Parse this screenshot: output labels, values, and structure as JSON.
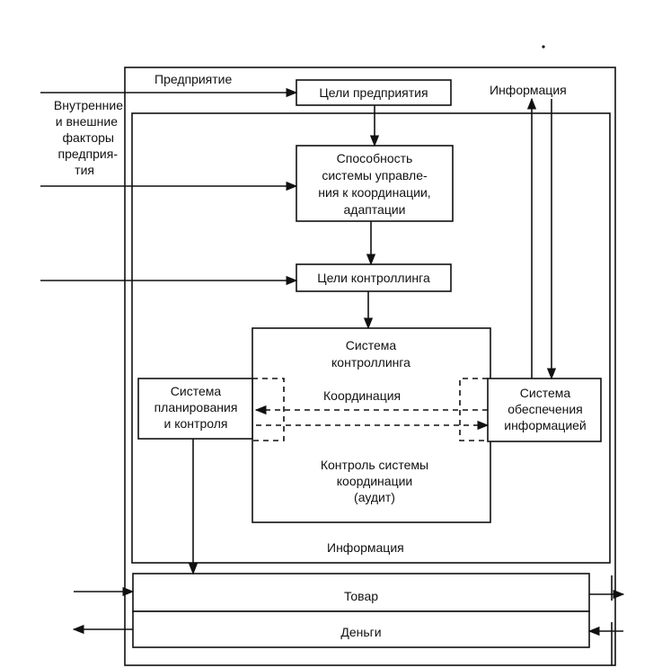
{
  "labels": {
    "enterprise": "Предприятие",
    "factors": [
      "Внутренние",
      "и внешние",
      "факторы",
      "предприя-",
      "тия"
    ],
    "info_top": "Информация",
    "info_bottom": "Информация",
    "coordination": "Координация"
  },
  "boxes": {
    "enterprise_goals": [
      "Цели предприятия"
    ],
    "capability": [
      "Способность",
      "системы управле-",
      "ния к координации,",
      "адаптации"
    ],
    "controlling_goals": [
      "Цели контроллинга"
    ],
    "controlling_system_title": [
      "Система",
      "контроллинга"
    ],
    "audit": [
      "Контроль системы",
      "координации",
      "(аудит)"
    ],
    "planning": [
      "Система",
      "планирования",
      "и контроля"
    ],
    "info_support": [
      "Система",
      "обеспечения",
      "информацией"
    ],
    "goods": [
      "Товар"
    ],
    "money": [
      "Деньги"
    ]
  }
}
